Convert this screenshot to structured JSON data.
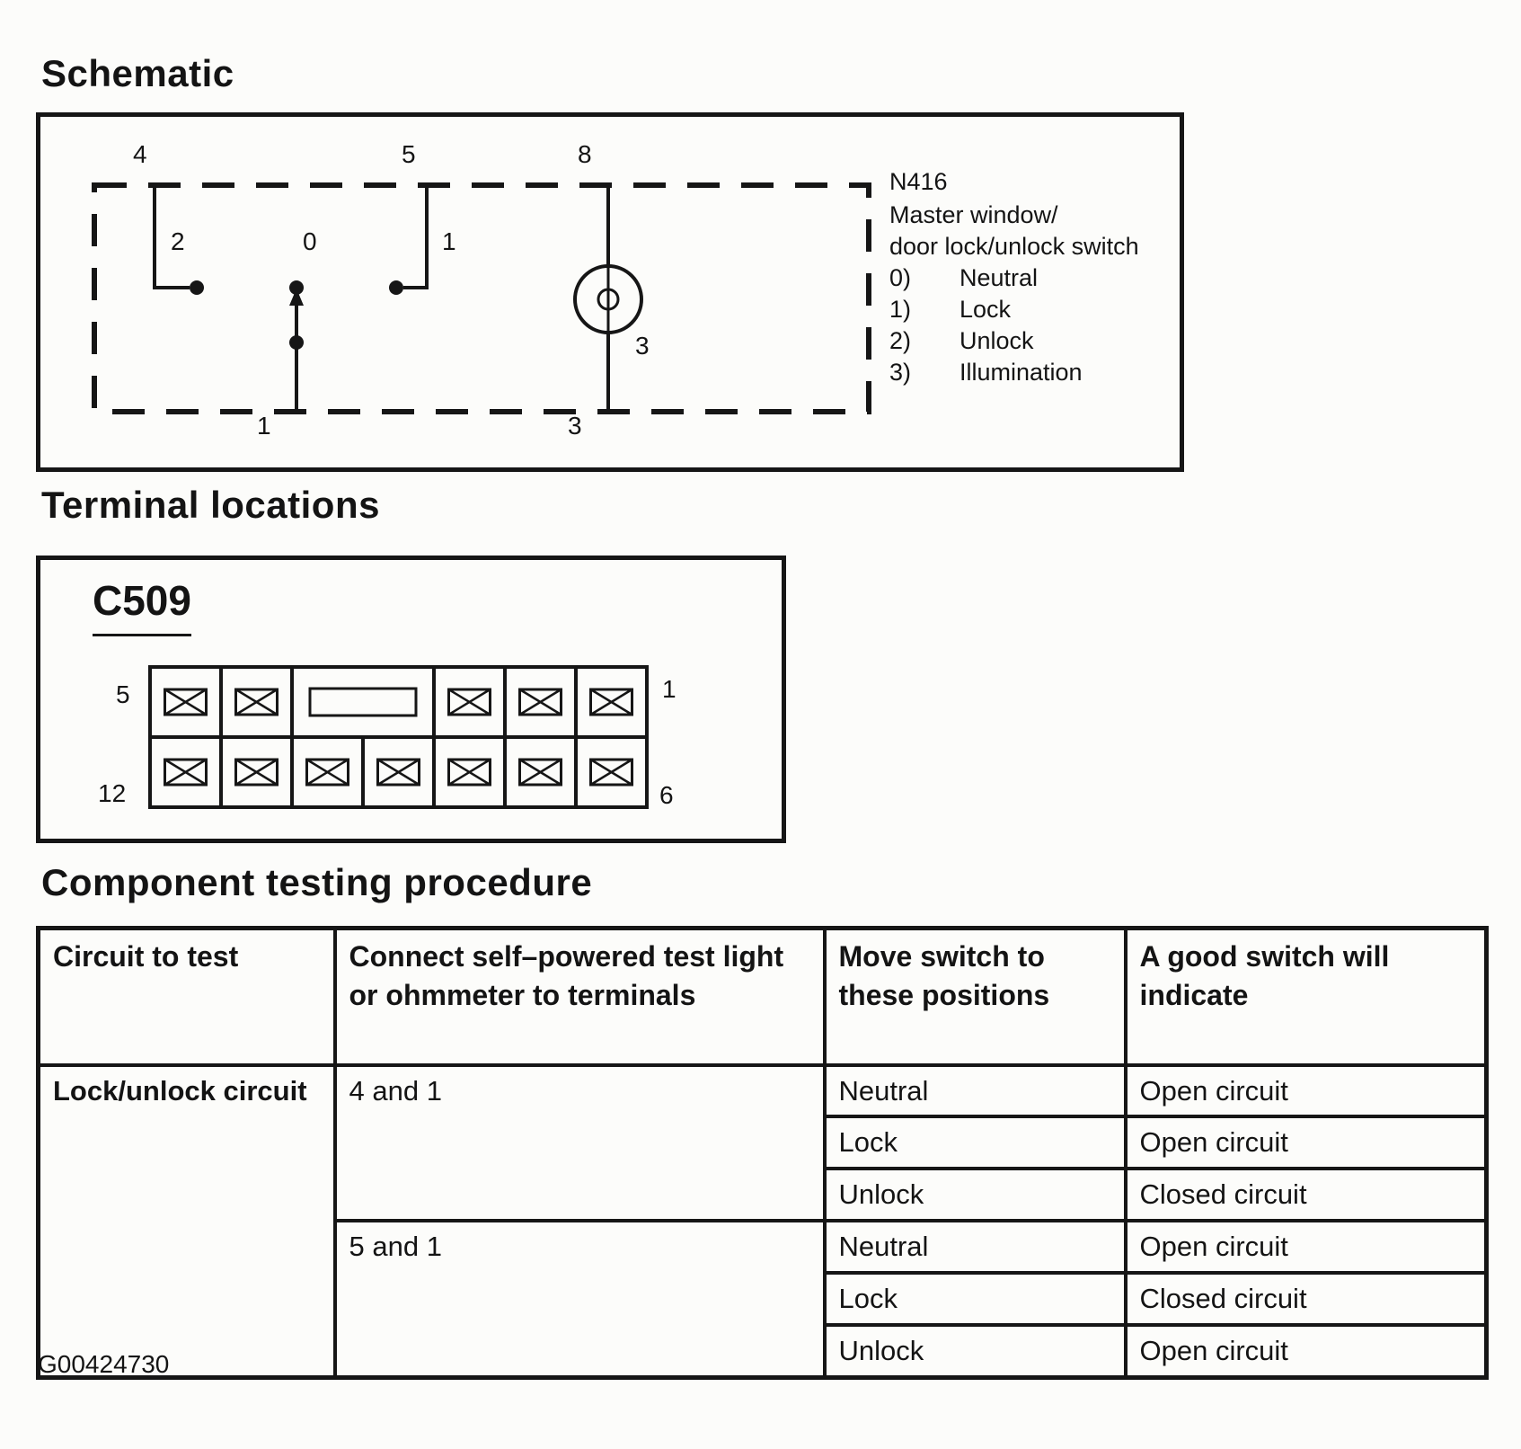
{
  "page": {
    "footer_code": "G00424730"
  },
  "schematic": {
    "heading": "Schematic",
    "pins": {
      "top_left": "4",
      "top_mid": "5",
      "top_right": "8",
      "contact_unlock": "2",
      "contact_neutral": "0",
      "contact_lock": "1",
      "bottom_center": "1",
      "bottom_right": "3",
      "lamp": "3"
    },
    "legend": {
      "id": "N416",
      "title_line1": "Master window/",
      "title_line2": "door lock/unlock switch",
      "items": [
        {
          "num": "0)",
          "label": "Neutral"
        },
        {
          "num": "1)",
          "label": "Lock"
        },
        {
          "num": "2)",
          "label": "Unlock"
        },
        {
          "num": "3)",
          "label": "Illumination"
        }
      ]
    }
  },
  "terminal_locations": {
    "heading": "Terminal locations",
    "connector_id": "C509",
    "labels": {
      "top_left": "5",
      "top_right": "1",
      "bottom_left": "12",
      "bottom_right": "6"
    }
  },
  "testing": {
    "heading": "Component testing procedure",
    "headers": {
      "circuit": "Circuit to test",
      "connect": "Connect self–powered test light or ohmmeter to terminals",
      "move": "Move switch to these positions",
      "result": "A good switch will indicate"
    },
    "circuit_label": "Lock/unlock circuit",
    "groups": [
      {
        "terminals": "4 and 1",
        "rows": [
          {
            "position": "Neutral",
            "result": "Open circuit"
          },
          {
            "position": "Lock",
            "result": "Open circuit"
          },
          {
            "position": "Unlock",
            "result": "Closed circuit"
          }
        ]
      },
      {
        "terminals": "5 and 1",
        "rows": [
          {
            "position": "Neutral",
            "result": "Open circuit"
          },
          {
            "position": "Lock",
            "result": "Closed circuit"
          },
          {
            "position": "Unlock",
            "result": "Open circuit"
          }
        ]
      }
    ]
  }
}
